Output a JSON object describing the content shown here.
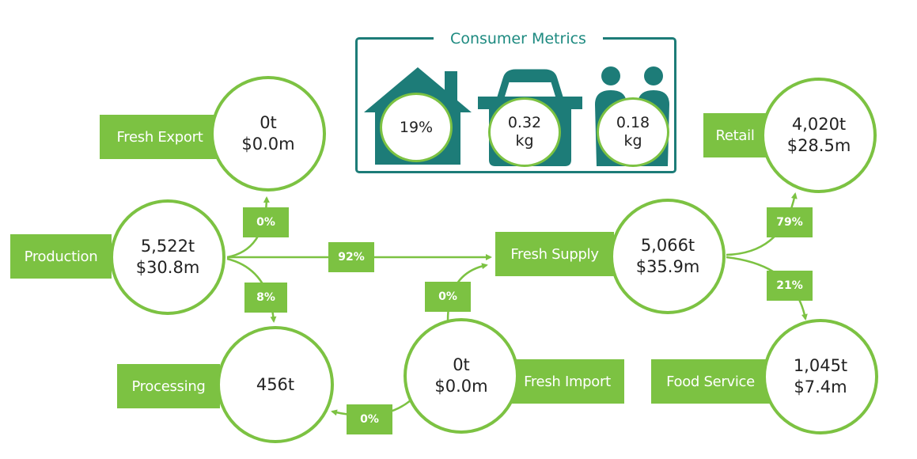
{
  "consumer_metrics": {
    "title": "Consumer Metrics",
    "household": "19%",
    "basket": {
      "value": "0.32",
      "unit": "kg"
    },
    "person": {
      "value": "0.18",
      "unit": "kg"
    }
  },
  "nodes": {
    "production": {
      "label": "Production",
      "tonnes": "5,522t",
      "value": "$30.8m"
    },
    "fresh_export": {
      "label": "Fresh Export",
      "tonnes": "0t",
      "value": "$0.0m"
    },
    "processing": {
      "label": "Processing",
      "tonnes": "456t"
    },
    "fresh_supply": {
      "label": "Fresh Supply",
      "tonnes": "5,066t",
      "value": "$35.9m"
    },
    "fresh_import": {
      "label": "Fresh Import",
      "tonnes": "0t",
      "value": "$0.0m"
    },
    "retail": {
      "label": "Retail",
      "tonnes": "4,020t",
      "value": "$28.5m"
    },
    "food_service": {
      "label": "Food Service",
      "tonnes": "1,045t",
      "value": "$7.4m"
    }
  },
  "flows": {
    "production_to_export": "0%",
    "production_to_supply": "92%",
    "production_to_processing": "8%",
    "import_to_supply": "0%",
    "import_to_processing": "0%",
    "supply_to_retail": "79%",
    "supply_to_food_service": "21%"
  },
  "colors": {
    "green": "#7cc242",
    "teal": "#1d7c78"
  }
}
